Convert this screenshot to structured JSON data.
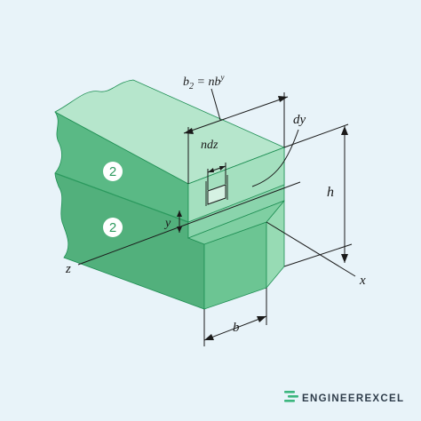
{
  "labels": {
    "b2_main": "b",
    "b2_sub": "2",
    "b2_eq": " = n",
    "b2_b": "b",
    "b2_sup": "y",
    "ndz": "ndz",
    "dy": "dy",
    "h": "h",
    "y": "y",
    "z": "z",
    "x": "x",
    "b": "b"
  },
  "sections": [
    {
      "label": "2"
    },
    {
      "label": "2"
    }
  ],
  "brand": {
    "name": "ENGINEEREXCEL",
    "icon": "engineerexcel-logo-icon"
  },
  "colors": {
    "background": "#e8f3f9",
    "slab_top": "#b6e6cc",
    "slab_front": "#5ab985",
    "slab_side": "#8ad4ac",
    "web_front": "#6cc593",
    "web_side": "#97dbb4",
    "section_band": "#a4e0bf",
    "outline": "#1f8f54",
    "dimension": "#1a1a1a",
    "logo_accent": "#3cb67e"
  }
}
